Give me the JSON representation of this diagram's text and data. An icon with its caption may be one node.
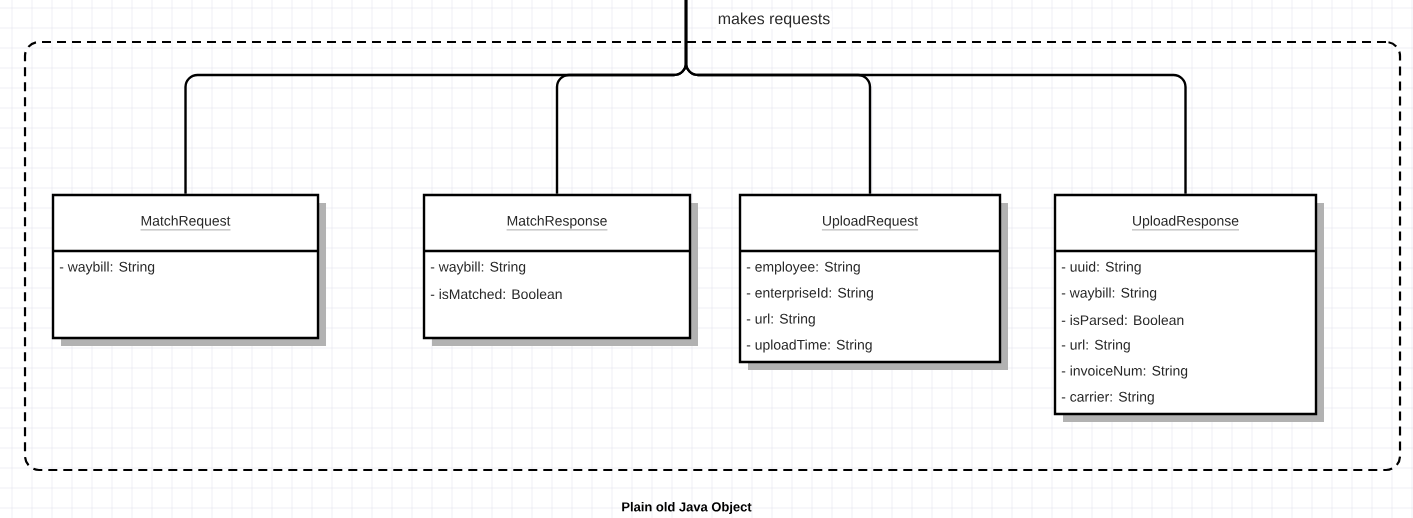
{
  "diagram": {
    "nodes": [
      {
        "text": [
          "Plain old Java Object"
        ]
      },
      {
        "text": [
          "MatchRequest",
          "- waybill: String"
        ],
        "in": 0
      },
      {
        "text": [
          "MatchResponse",
          "- waybill: String",
          "- isMatched: Boolean"
        ],
        "in": 0
      },
      {
        "text": [
          "UploadRequest",
          "- employee: String",
          "- enterpriseId: String",
          "- url: String",
          "- uploadTime: String"
        ],
        "in": 0
      },
      {
        "text": [
          "UploadResponse",
          "- uuid: String",
          "- waybill: String",
          "- isParsed: Boolean",
          "- url: String",
          "- invoiceNum: String",
          "- carrier: String"
        ],
        "in": 0
      }
    ],
    "edges": [
      {
        "from": null,
        "to": 1,
        "arrow": "none",
        "label": "makes requests"
      },
      {
        "from": null,
        "to": 2,
        "arrow": "none"
      },
      {
        "from": null,
        "to": 3,
        "arrow": "none"
      },
      {
        "from": null,
        "to": 4,
        "arrow": "none"
      }
    ]
  }
}
